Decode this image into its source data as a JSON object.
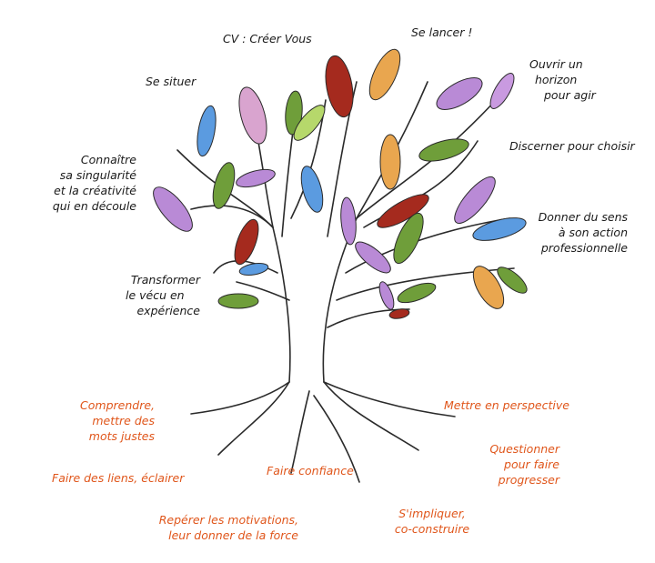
{
  "branches": {
    "cv": "CV : Créer Vous",
    "se_lancer": "Se lancer !",
    "se_situer": "Se situer",
    "ouvrir": [
      "Ouvrir un",
      "horizon",
      "pour agir"
    ],
    "discerner": "Discerner pour choisir",
    "connaitre": [
      "Connaître",
      "sa singularité",
      "et la créativité",
      "qui en découle"
    ],
    "donner_sens": [
      "Donner du sens",
      "à son action",
      "professionnelle"
    ],
    "transformer": [
      "Transformer",
      "le vécu en",
      "expérience"
    ]
  },
  "roots": {
    "comprendre": [
      "Comprendre,",
      "mettre des",
      "mots justes"
    ],
    "perspective": "Mettre en perspective",
    "questionner": [
      "Questionner",
      "pour faire",
      "progresser"
    ],
    "liens": "Faire des liens, éclairer",
    "confiance": "Faire confiance",
    "motivations": [
      "Repérer les motivations,",
      "leur donner de la force"
    ],
    "impliquer": [
      "S'impliquer,",
      "co-construire"
    ]
  },
  "colors": {
    "branch_text": "#1a1a1a",
    "root_text": "#e0561b",
    "trunk_stroke": "#2a2a2a",
    "leaf_purple": "#b98ad6",
    "leaf_blue": "#5b9be0",
    "leaf_green": "#6f9e3a",
    "leaf_red": "#a52a1e",
    "leaf_orange": "#e9a64f",
    "leaf_pink": "#d9a4cf"
  }
}
